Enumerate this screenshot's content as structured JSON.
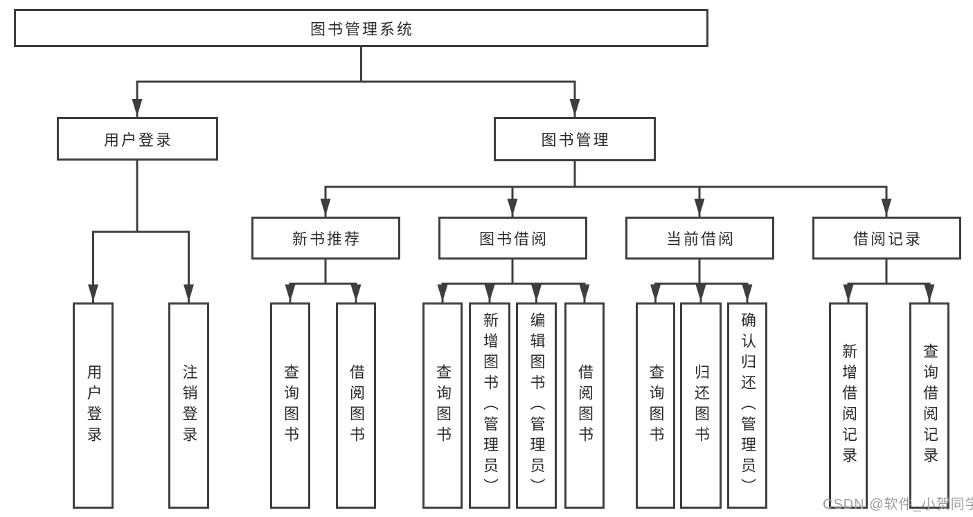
{
  "diagram": {
    "root": "图书管理系统",
    "branches": {
      "user_login": "用户登录",
      "book_management": "图书管理"
    },
    "modules": {
      "new_book_recommend": "新书推荐",
      "book_borrow": "图书借阅",
      "current_borrow": "当前借阅",
      "borrow_records": "借阅记录"
    },
    "leaves": {
      "user_login": "用户登录",
      "logout": "注销登录",
      "query_books_recommend": "查询图书",
      "borrow_books_recommend": "借阅图书",
      "query_books_borrow": "查询图书",
      "add_books_admin": "新增图书（管理员）",
      "edit_books_admin": "编辑图书（管理员）",
      "borrow_books_borrow": "借阅图书",
      "query_books_current": "查询图书",
      "return_books": "归还图书",
      "confirm_return_admin": "确认归还（管理员）",
      "add_borrow_record": "新增借阅记录",
      "query_borrow_record": "查询借阅记录"
    }
  },
  "watermark": "CSDN @软件_小贺同学",
  "colors": {
    "line": "#3e3e3e",
    "text": "#2b2b2b",
    "watermark": "#9e9e9e"
  }
}
